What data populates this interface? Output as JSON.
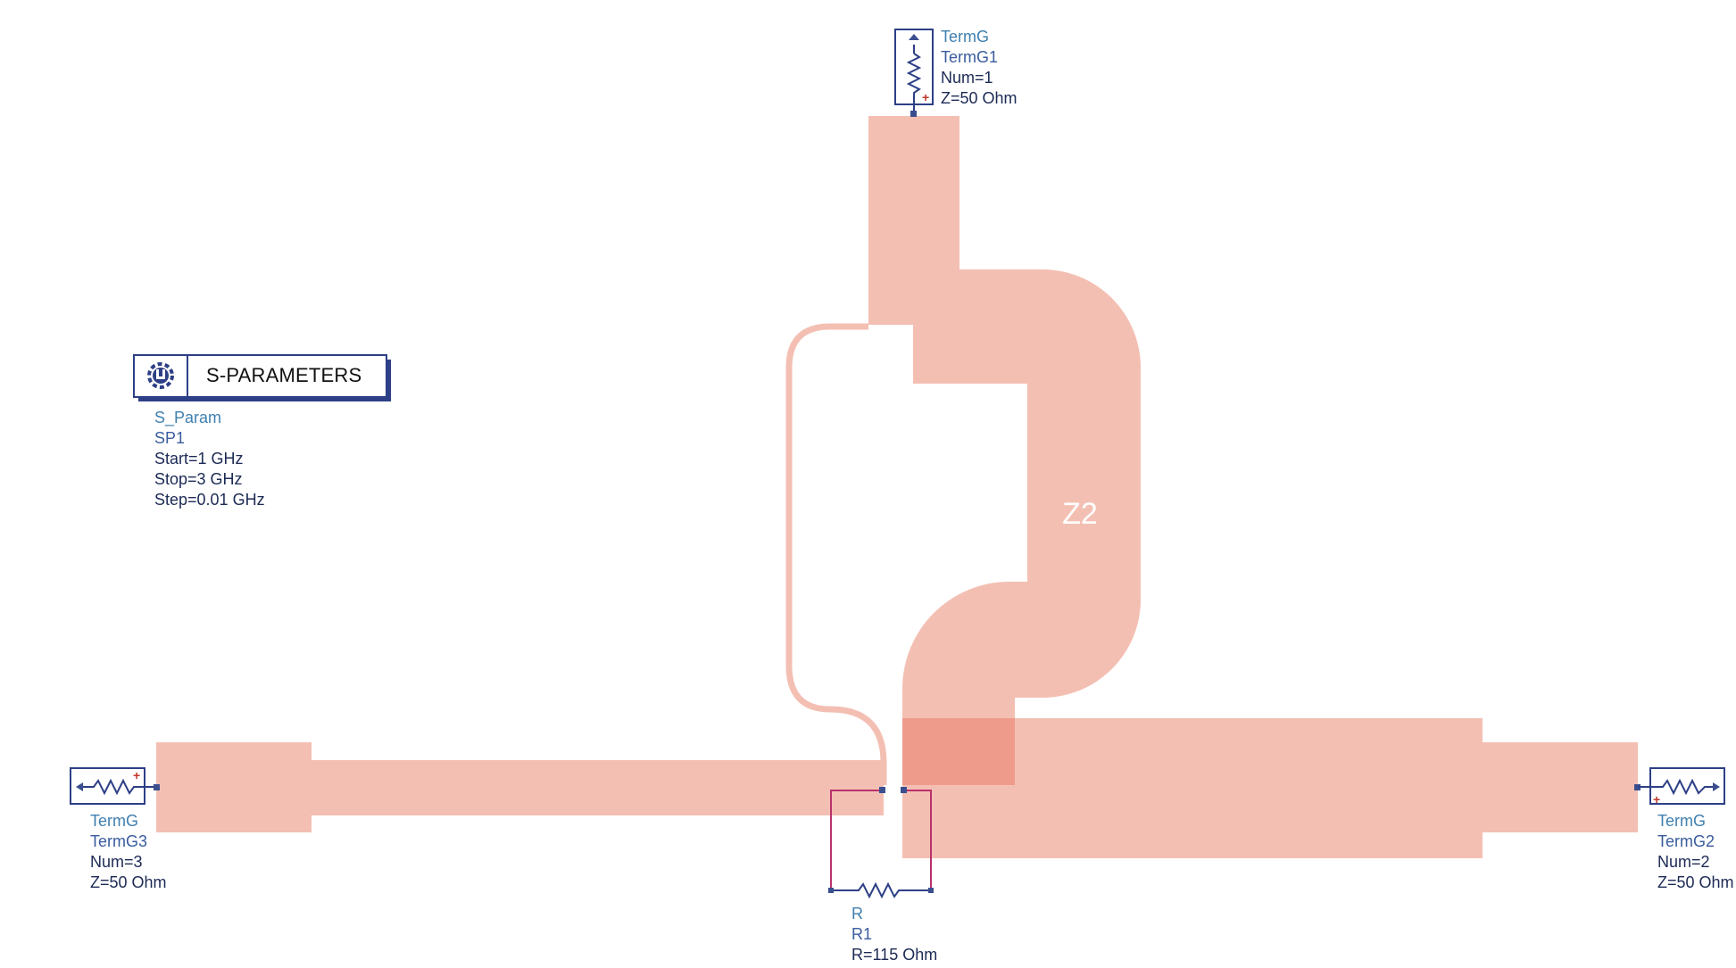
{
  "colors": {
    "trace": "#f4bfb3",
    "trace_overlap": "#ee9b8b",
    "symbol": "#2d3f86",
    "resistor_wire": "#b8316b",
    "type_label": "#3f7fb0",
    "param_label": "#1c2a55"
  },
  "sim": {
    "title": "S-PARAMETERS",
    "type": "S_Param",
    "instance": "SP1",
    "start": "Start=1 GHz",
    "stop": "Stop=3 GHz",
    "step": "Step=0.01 GHz",
    "icon": "gear-icon"
  },
  "port1": {
    "type": "TermG",
    "instance": "TermG1",
    "num": "Num=1",
    "z": "Z=50 Ohm",
    "plus": "+"
  },
  "port2": {
    "type": "TermG",
    "instance": "TermG2",
    "num": "Num=2",
    "z": "Z=50 Ohm",
    "plus": "+"
  },
  "port3": {
    "type": "TermG",
    "instance": "TermG3",
    "num": "Num=3",
    "z": "Z=50 Ohm",
    "plus": "+"
  },
  "resistor": {
    "type": "R",
    "instance": "R1",
    "value": "R=115 Ohm"
  },
  "line_label": "Z2"
}
